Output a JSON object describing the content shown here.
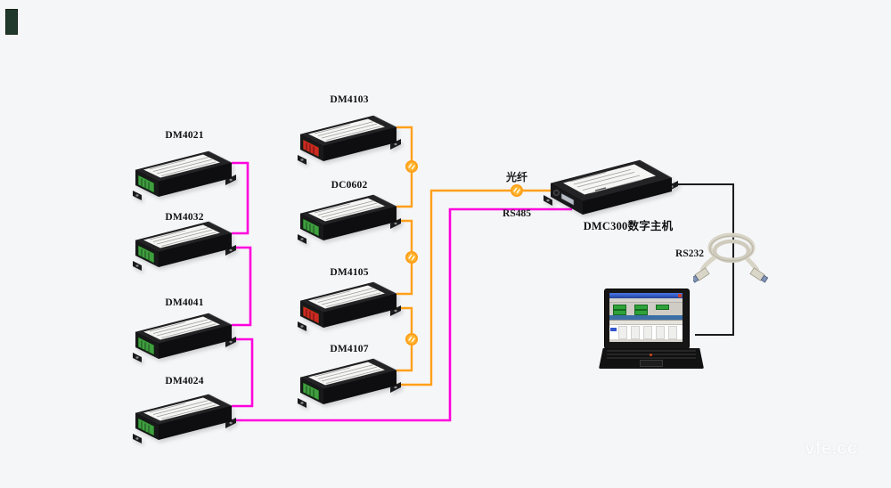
{
  "watermark": "vfe.cc",
  "colors": {
    "background": "#f5f6f8",
    "rs485_line": "#ff00dd",
    "fiber_line": "#ffa01a",
    "rs232_line": "#1c1c1c",
    "coupler_fill": "#ffb733",
    "terminal_green": "#3f9e3f",
    "terminal_red": "#cc2a22"
  },
  "left_devices": [
    {
      "label": "DM4021",
      "terminal": "green"
    },
    {
      "label": "DM4032",
      "terminal": "green"
    },
    {
      "label": "DM4041",
      "terminal": "green"
    },
    {
      "label": "DM4024",
      "terminal": "green"
    }
  ],
  "middle_devices": [
    {
      "label": "DM4103",
      "terminal": "red"
    },
    {
      "label": "DC0602",
      "terminal": "green"
    },
    {
      "label": "DM4105",
      "terminal": "red"
    },
    {
      "label": "DM4107",
      "terminal": "green"
    }
  ],
  "host": {
    "label": "DMC300数字主机"
  },
  "connections": {
    "fiber_label": "光纤",
    "rs485_label": "RS485",
    "rs232_label": "RS232"
  }
}
